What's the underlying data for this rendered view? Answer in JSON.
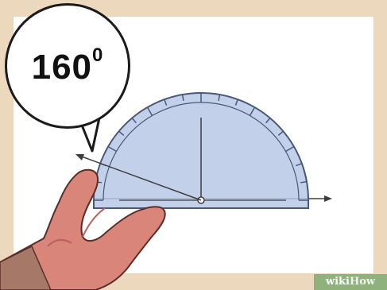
{
  "callout": {
    "value": "160",
    "superscript": "0"
  },
  "watermark": {
    "brand": "wiki",
    "suffix": "How"
  },
  "colors": {
    "frame": "#ecd8bd",
    "protractor_fill": "#b9c8e6",
    "protractor_stroke": "#4a587a",
    "skin": "#d9857a",
    "skin_shadow": "#b8625a",
    "sleeve": "#a57868",
    "watermark_bg": "#8fb17b"
  },
  "icons": {
    "hand": "hand-holding-protractor",
    "protractor": "protractor-icon"
  }
}
